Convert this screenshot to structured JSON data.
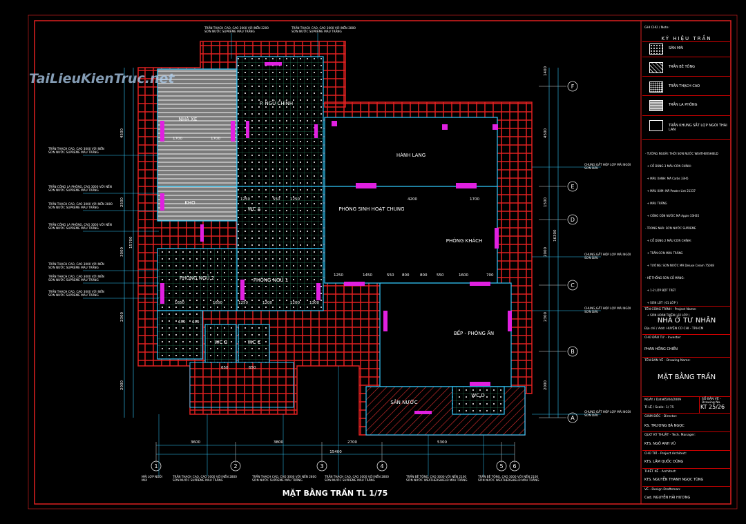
{
  "watermark": "TaiLieuKienTruc.net",
  "drawing_title": "MẶT BẰNG TRẦN  TL 1/75",
  "rooms": {
    "p_ngu_chinh": "P. NGỦ CHÍNH",
    "nha_xe": "NHÀ XE",
    "kho": "KHO",
    "wc_a": "WC A",
    "hanh_lang": "HÀNH LANG",
    "phong_sinh_hoat": "PHÒNG SINH HOẠT CHUNG",
    "phong_khach": "PHÒNG KHÁCH",
    "phong_ngu_2": "PHÒNG NGỦ 2",
    "phong_ngu_1": "PHÒNG NGỦ 1",
    "wc_b": "WC B",
    "wc_c": "WC C",
    "bep_phong_an": "BẾP - PHÒNG ĂN",
    "san_nuoc": "SÂN NƯỚC",
    "wc_d": "WC D"
  },
  "axes": {
    "rows": [
      "F",
      "E",
      "D",
      "C",
      "B",
      "A"
    ],
    "cols": [
      "1",
      "2",
      "3",
      "4",
      "5",
      "6"
    ]
  },
  "dimensions": {
    "bottom": [
      "3600",
      "3800",
      "2700",
      "5300"
    ],
    "bottom_total": "15400",
    "right": [
      "1400",
      "4500",
      "1500",
      "2000",
      "2300",
      "2000"
    ],
    "right_total": "16300",
    "left": [
      "4500",
      "2500",
      "3000",
      "2300",
      "2000"
    ],
    "left_total": "15700",
    "interior": [
      "1700",
      "1700",
      "4200",
      "1700",
      "1250",
      "1450",
      "550",
      "800",
      "800",
      "550",
      "1600",
      "700",
      "1650",
      "1650",
      "1200",
      "1250",
      "1200",
      "650",
      "650",
      "650",
      "650",
      "1250",
      "550",
      "1250",
      "1300"
    ]
  },
  "notes_left": [
    "TRẦN THẠCH CAO, CAO 3000 VỚI NỀN\nSƠN NƯỚC SUPREME MÀU TRẮNG",
    "TRẦN CÔNG LA PHÔNG, CAO 3000 VỚI NỀN\nSƠN NƯỚC SUPREME MÀU TRẮNG",
    "TRẦN THẠCH CAO, CAO 3000 VỚI NỀN 2800\nSƠN NƯỚC SUPREME MÀU TRẮNG",
    "TRẦN CÔNG LA PHÔNG, CAO 3000 VỚI NỀN\nSƠN NƯỚC SUPREME MÀU TRẮNG",
    "TRẦN THẠCH CAO, CAO 3000 VỚI NỀN\nSƠN NƯỚC SUPREME MÀU TRẮNG",
    "TRẦN THẠCH CAO, CAO 3000 VỚI NỀN\nSƠN NƯỚC SUPREME MÀU TRẮNG",
    "TRẦN THẠCH CAO, CAO 3000 VỚI NỀN\nSƠN NƯỚC SUPREME MÀU TRẮNG"
  ],
  "notes_top": [
    "TRẦN THẠCH CAO, CAO 3000 VỚI NỀN 2200\nSƠN NƯỚC SUPREME MÀU TRẮNG",
    "TRẦN THẠCH CAO, CAO 3000 VỚI NỀN 2800\nSƠN NƯỚC SUPREME MÀU TRẮNG"
  ],
  "notes_right": [
    "CHUNG GẮT HỘP LỢP MÁI NGÓI\nSƠN DẦU",
    "CHUNG GẮT HỘP LỢP MÁI NGÓI\nSƠN DẦU",
    "CHUNG GẮT HỘP LỢP MÁI NGÓI\nSƠN DẦU",
    "CHUNG GẮT HỘP LỢP MÁI NGÓI\nSƠN DẦU"
  ],
  "notes_bottom": [
    "MÁI LỢP NGÓI\nMÚI",
    "TRẦN THẠCH CAO, CAO 3000 VỚI NỀN 2800\nSƠN NƯỚC SUPREME MÀU TRẮNG",
    "TRẦN THẠCH CAO, CAO 3000 VỚI NỀN 2800\nSƠN NƯỚC SUPREME MÀU TRẮNG",
    "TRẦN THẠCH CAO, CAO 3000 VỚI NỀN 2800\nSƠN NƯỚC SUPREME MÀU TRẮNG",
    "TRẦN BÊ TÔNG, CAO 3000 VỚI NỀN 2100\nSƠN NƯỚC WEATHERSHIELD MÀU TRẮNG",
    "TRẦN BÊ TÔNG, CAO 3000 VỚI NỀN 2100\nSƠN NƯỚC WEATHERSHIELD MÀU TRẮNG"
  ],
  "title_block": {
    "ghi_chu": "GHI CHÚ / Note:",
    "legend_title": "KÝ  HIỆU  TRẦN",
    "legend": [
      {
        "label": "SÀN MÁI",
        "icon": "dots-pattern"
      },
      {
        "label": "TRẦN BÊ TÔNG",
        "icon": "hatch-pattern"
      },
      {
        "label": "TRẦN THẠCH CAO",
        "icon": "grid-dots-pattern"
      },
      {
        "label": "TRẦN LA PHÔNG",
        "icon": "stripes-pattern"
      },
      {
        "label": "TRẦN KHUNG SẮT LỢP NGÓI THÁI LAN",
        "icon": "empty-box"
      }
    ],
    "spec_lines": [
      "- TƯỜNG NGOÀI: THỜI SƠN NƯỚC WEATHERSHIELD",
      "  + CỔ DÙNG 3 MÀU CƠN CHÍNH:",
      "  + MÀU XANH: MÃ Carbs 33H5",
      "  + MÀU XÁM: MÃ Pewter Lint 21337",
      "  + MÀU TRẮNG",
      "  + CÔNG CỘN NƯỚC MÃ Apple 33H35",
      "- TRONG NHÀ: SƠN NƯỚC SUPREME",
      "  + CỔ DÙNG 2 MÀU CƠN CHÍNH:",
      "  + TRẦN CƠN MÀU TRẮNG",
      "  + TƯỜNG: SƠN NƯỚC MÃ Deluxe Cream 75048",
      "- HỆ THỐNG SƠN CỔ MÀNG:",
      "  + 1-2 LỚP BỘT TRÉT",
      "  + SƠN LÓT ( 01 LỚP )",
      "  + SƠN HOÀN THIỆN ( 02 LỚP )"
    ],
    "project_label": "TÊN CÔNG TRÌNH - Project Name:",
    "project_name": "NHÀ Ở TƯ NHÂN",
    "location": "Địa chỉ / Add: HUYỆN CỦ CHI - TP.HCM",
    "investor_label": "CHỦ ĐẦU TƯ - Investor:",
    "investor": "PHAN HỒNG CHIẾN",
    "drawing_label": "TÊN BẢN VẼ - Drawing Name:",
    "drawing_name": "MẶT BẰNG TRẦN",
    "date_label": "NGÀY / Date:",
    "date": "05/04/2009",
    "drawing_no_label": "SỐ BẢN VẼ - Drawing No.",
    "drawing_no": "KT 25/26",
    "scale_label": "TỈ LỆ / Scale:",
    "scale": "1/ 75",
    "director_label": "GIÁM ĐỐC - Director:",
    "director": "KS. TRƯƠNG BÁ NGỌC",
    "manager_label": "QLKT KỸ THUẬT - Tech. Manager:",
    "manager": "KTS. NGÔ ANH VŨ",
    "pm_label": "CHỦ TRÌ - Project Architect:",
    "pm": "KTS. LÂM QUỐC DŨNG",
    "designer_label": "THIẾT KẾ - Architect:",
    "designer": "KTS. NGUYỄN THANH NGỌC TÙNG",
    "drawn_label": "VẼ - Design Draftsman:",
    "drawn": "Cad. NGUYỄN HẢI HƯƠNG"
  }
}
